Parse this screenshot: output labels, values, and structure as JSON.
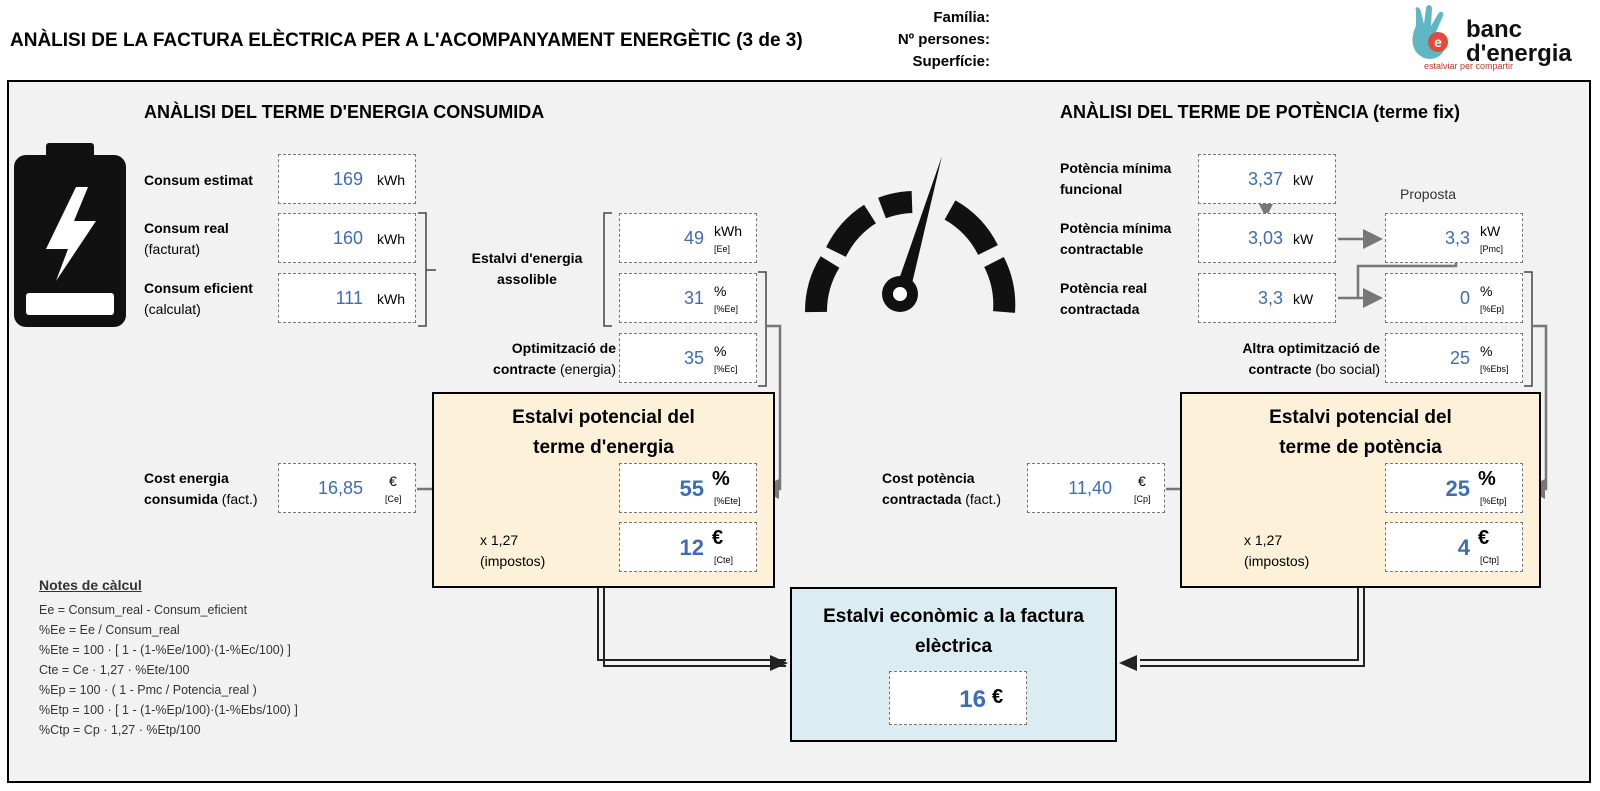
{
  "header": {
    "title": "ANÀLISI DE LA FACTURA ELÈCTRICA PER A L'ACOMPANYAMENT ENERGÈTIC  (3 de 3)",
    "familia_label": "Família:",
    "persones_label": "Nº persones:",
    "superficie_label": "Superfície:"
  },
  "logo": {
    "line1": "banc",
    "line2": "d'energia",
    "tagline": "estalviar per compartir",
    "letter": "e"
  },
  "energy": {
    "section_title": "ANÀLISI DEL TERME D'ENERGIA CONSUMIDA",
    "consum_estimat": {
      "label": "Consum estimat",
      "value": "169",
      "unit": "kWh"
    },
    "consum_real": {
      "label_bold": "Consum real",
      "label_sub": "(facturat)",
      "value": "160",
      "unit": "kWh"
    },
    "consum_eficient": {
      "label_bold": "Consum eficient",
      "label_sub": "(calculat)",
      "value": "111",
      "unit": "kWh"
    },
    "estalvi_label_1": "Estalvi d'energia",
    "estalvi_label_2": "assolible",
    "ee": {
      "value": "49",
      "unit": "kWh",
      "tag": "[Ee]"
    },
    "pee": {
      "value": "31",
      "unit": "%",
      "tag": "[%Ee]"
    },
    "optimitzacio_line1": "Optimització de",
    "optimitzacio_line2_bold": "contracte",
    "optimitzacio_line2_sub": " (energia)",
    "pec": {
      "value": "35",
      "unit": "%",
      "tag": "[%Ec]"
    },
    "cost_line1": "Cost energia",
    "cost_line2_bold": "consumida",
    "cost_line2_sub": " (fact.)",
    "ce": {
      "value": "16,85",
      "unit": "€",
      "tag": "[Ce]"
    },
    "panel_title_1": "Estalvi potencial del",
    "panel_title_2": "terme d'energia",
    "pete": {
      "value": "55",
      "unit": "%",
      "tag": "[%Ete]"
    },
    "cte": {
      "value": "12",
      "unit": "€",
      "tag": "[Cte]"
    },
    "tax_1": "x 1,27",
    "tax_2": "(impostos)"
  },
  "power": {
    "section_title": "ANÀLISI DEL TERME DE POTÈNCIA (terme fix)",
    "pmin_func": {
      "label_1": "Potència mínima",
      "label_2": "funcional",
      "value": "3,37",
      "unit": "kW"
    },
    "pmin_contr": {
      "label_1": "Potència mínima",
      "label_2": "contractable",
      "value": "3,03",
      "unit": "kW"
    },
    "preal": {
      "label_1": "Potència real",
      "label_2": "contractada",
      "value": "3,3",
      "unit": "kW"
    },
    "proposta_label": "Proposta",
    "pmc": {
      "value": "3,3",
      "unit": "kW",
      "tag": "[Pmc]"
    },
    "pep": {
      "value": "0",
      "unit": "%",
      "tag": "[%Ep]"
    },
    "altra_line1": "Altra optimització de",
    "altra_line2_bold": "contracte",
    "altra_line2_sub": " (bo social)",
    "pebs": {
      "value": "25",
      "unit": "%",
      "tag": "[%Ebs]"
    },
    "cost_line1": "Cost potència",
    "cost_line2_bold": "contractada",
    "cost_line2_sub": " (fact.)",
    "cp": {
      "value": "11,40",
      "unit": "€",
      "tag": "[Cp]"
    },
    "panel_title_1": "Estalvi potencial del",
    "panel_title_2": "terme de potència",
    "petp": {
      "value": "25",
      "unit": "%",
      "tag": "[%Etp]"
    },
    "ctp": {
      "value": "4",
      "unit": "€",
      "tag": "[Ctp]"
    },
    "tax_1": "x 1,27",
    "tax_2": "(impostos)"
  },
  "total": {
    "title_1": "Estalvi econòmic a la factura",
    "title_2": "elèctrica",
    "value": "16",
    "unit": "€"
  },
  "notes": {
    "heading": "Notes de càlcul",
    "lines": [
      "Ee = Consum_real - Consum_eficient",
      "%Ee = Ee / Consum_real",
      "%Ete = 100 · [ 1 - (1-%Ee/100)·(1-%Ec/100) ]",
      "Cte = Ce · 1,27 · %Ete/100",
      "%Ep = 100 · ( 1 - Pmc / Potencia_real )",
      "%Etp = 100 · [ 1 - (1-%Ep/100)·(1-%Ebs/100) ]",
      "%Ctp = Cp · 1,27 · %Etp/100"
    ]
  },
  "colors": {
    "value_blue": "#3e6cb5",
    "panel_yellow": "#fdf2d9",
    "panel_blue": "#dbedf2",
    "logo_teal": "#5fb6c4",
    "logo_red": "#c0392b"
  },
  "icons": [
    "battery-icon",
    "speedometer-icon",
    "logo-hand-icon"
  ]
}
